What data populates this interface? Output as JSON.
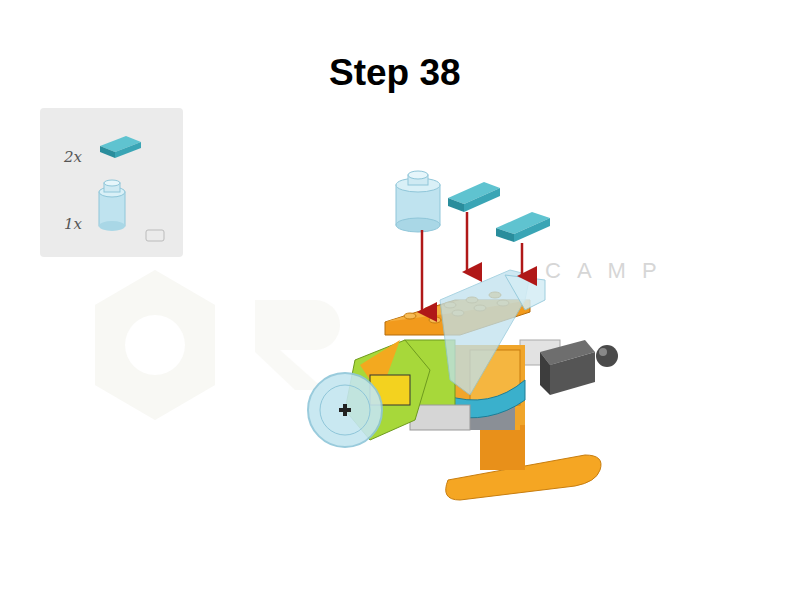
{
  "diagram": {
    "title": "Step 38",
    "labels": [
      "2x",
      "1x",
      "CAMP"
    ]
  }
}
